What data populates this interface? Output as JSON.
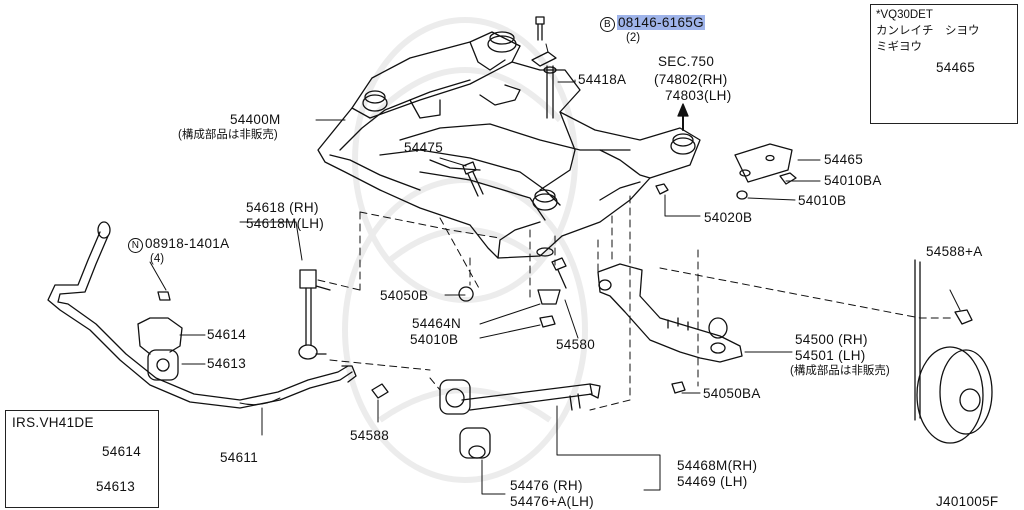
{
  "labels": {
    "bolt_part": "08146-6165G",
    "bolt_circle": "B",
    "bolt_qty": "(2)",
    "p54418a": "54418A",
    "sec750": "SEC.750",
    "sec750_rh": "(74802(RH)",
    "sec750_lh": "74803(LH)",
    "p54400m": "54400M",
    "p54400m_note": "(構成部品は非販売)",
    "p54475": "54475",
    "p54465": "54465",
    "p54010ba": "54010BA",
    "p54010b_a": "54010B",
    "p54020b": "54020B",
    "p54618_rh": "54618 (RH)",
    "p54618m_lh": "54618M(LH)",
    "nut_circle": "N",
    "nut_part": "08918-1401A",
    "nut_qty": "(4)",
    "p54588a": "54588+A",
    "p54050b": "54050B",
    "p54614": "54614",
    "p54464n": "54464N",
    "p54010b_b": "54010B",
    "p54580": "54580",
    "p54613": "54613",
    "p54500_rh": "54500 (RH)",
    "p54501_lh": "54501 (LH)",
    "p54501_note": "(構成部品は非販売)",
    "p54050ba": "54050BA",
    "p54588": "54588",
    "p54611": "54611",
    "p54468m_rh": "54468M(RH)",
    "p54469_lh": "54469 (LH)",
    "p54476_rh": "54476   (RH)",
    "p54476a_lh": "54476+A(LH)",
    "diagram_code": "J401005F"
  },
  "inset_vq30": {
    "line1": "*VQ30DET",
    "line2": "カンレイチ　シヨウ",
    "line3": "ミギヨウ",
    "part": "54465"
  },
  "inset_irs": {
    "title": "IRS.VH41DE",
    "part1": "54614",
    "part2": "54613"
  }
}
